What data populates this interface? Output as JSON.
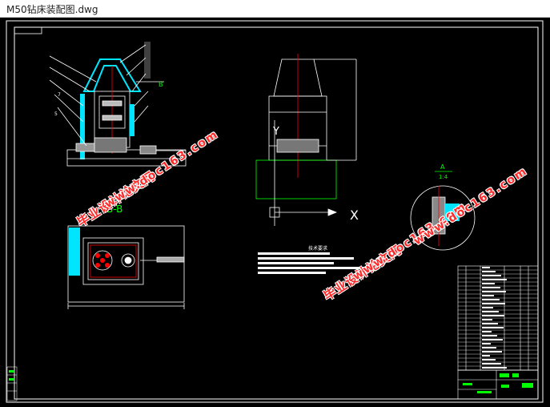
{
  "window": {
    "title": "M50钻床装配图.dwg"
  },
  "drawing": {
    "section_label": "B-B",
    "view_label": "A",
    "view_scale": "1:4",
    "axis_x_label": "X",
    "axis_y_label": "Y",
    "table_heading": "技术要求"
  },
  "watermarks": [
    {
      "text": "毕业设计论文网"
    },
    {
      "text": "www.doc163.com"
    },
    {
      "text": "毕业设计论文网"
    },
    {
      "text": "www.doc163.com"
    },
    {
      "text": "www.doc163.com"
    }
  ],
  "colors": {
    "background": "#000000",
    "lines": "#ffffff",
    "cyan": "#00e5ff",
    "green": "#00ff00",
    "red": "#ff0000",
    "watermark": "#ff2a2a"
  }
}
